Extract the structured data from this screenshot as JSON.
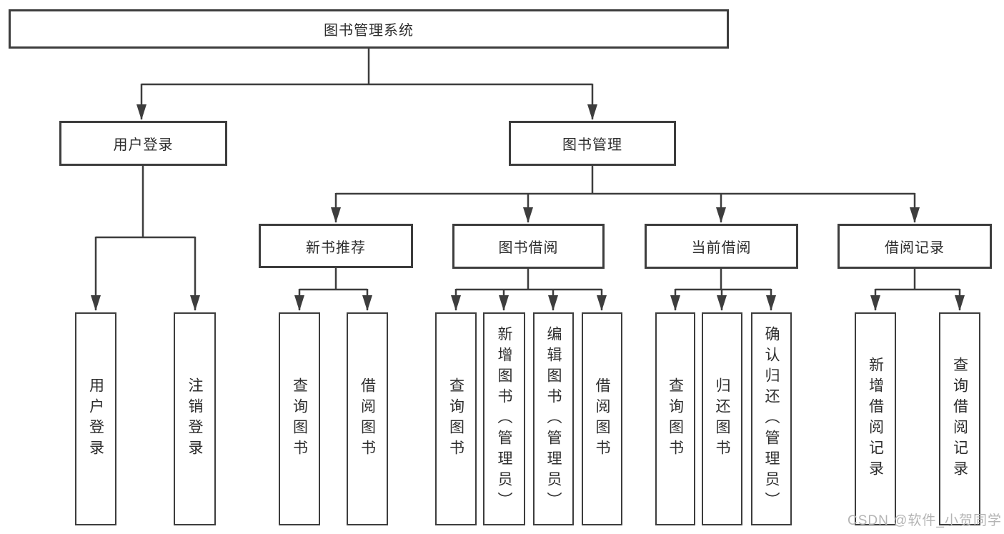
{
  "diagram_title": "图书管理系统",
  "colors": {
    "line": "#3d3d3d",
    "text": "#2d2d2d",
    "background": "#ffffff",
    "watermark_text": "#b4b4b4"
  },
  "tree": {
    "label": "图书管理系统",
    "children": [
      {
        "label": "用户登录",
        "children": [
          {
            "label": "用户登录"
          },
          {
            "label": "注销登录"
          }
        ]
      },
      {
        "label": "图书管理",
        "children": [
          {
            "label": "新书推荐",
            "children": [
              {
                "label": "查询图书"
              },
              {
                "label": "借阅图书"
              }
            ]
          },
          {
            "label": "图书借阅",
            "children": [
              {
                "label": "查询图书"
              },
              {
                "label": "新增图书（管理员）"
              },
              {
                "label": "编辑图书（管理员）"
              },
              {
                "label": "借阅图书"
              }
            ]
          },
          {
            "label": "当前借阅",
            "children": [
              {
                "label": "查询图书"
              },
              {
                "label": "归还图书"
              },
              {
                "label": "确认归还（管理员）"
              }
            ]
          },
          {
            "label": "借阅记录",
            "children": [
              {
                "label": "新增借阅记录"
              },
              {
                "label": "查询借阅记录"
              }
            ]
          }
        ]
      }
    ]
  },
  "watermark": {
    "text": "CSDN @软件_小贺同学"
  }
}
